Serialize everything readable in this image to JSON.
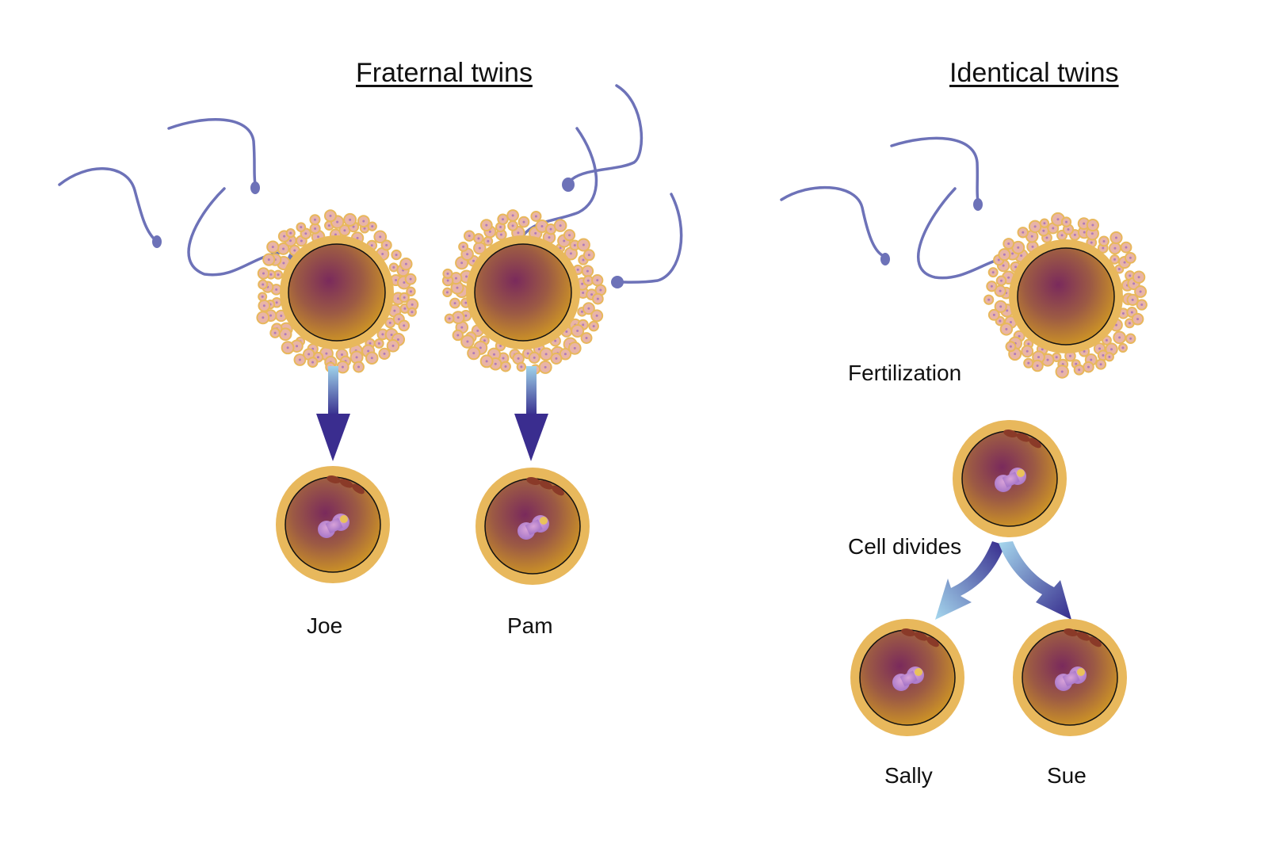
{
  "titles": {
    "fraternal": "Fraternal twins",
    "identical": "Identical twins"
  },
  "labels": {
    "joe": "Joe",
    "pam": "Pam",
    "fertilization": "Fertilization",
    "cell_divides": "Cell divides",
    "sally": "Sally",
    "sue": "Sue"
  },
  "colors": {
    "sperm": "#6d72b8",
    "corona": "#e8b85c",
    "corona_cell": "#e9b4a6",
    "cytoplasm_dark": "#7a2a5c",
    "cytoplasm_light": "#c0892a",
    "nucleus": "#b98ad0",
    "arrow_dark": "#3a2d8f",
    "arrow_light": "#9fd2ea"
  }
}
